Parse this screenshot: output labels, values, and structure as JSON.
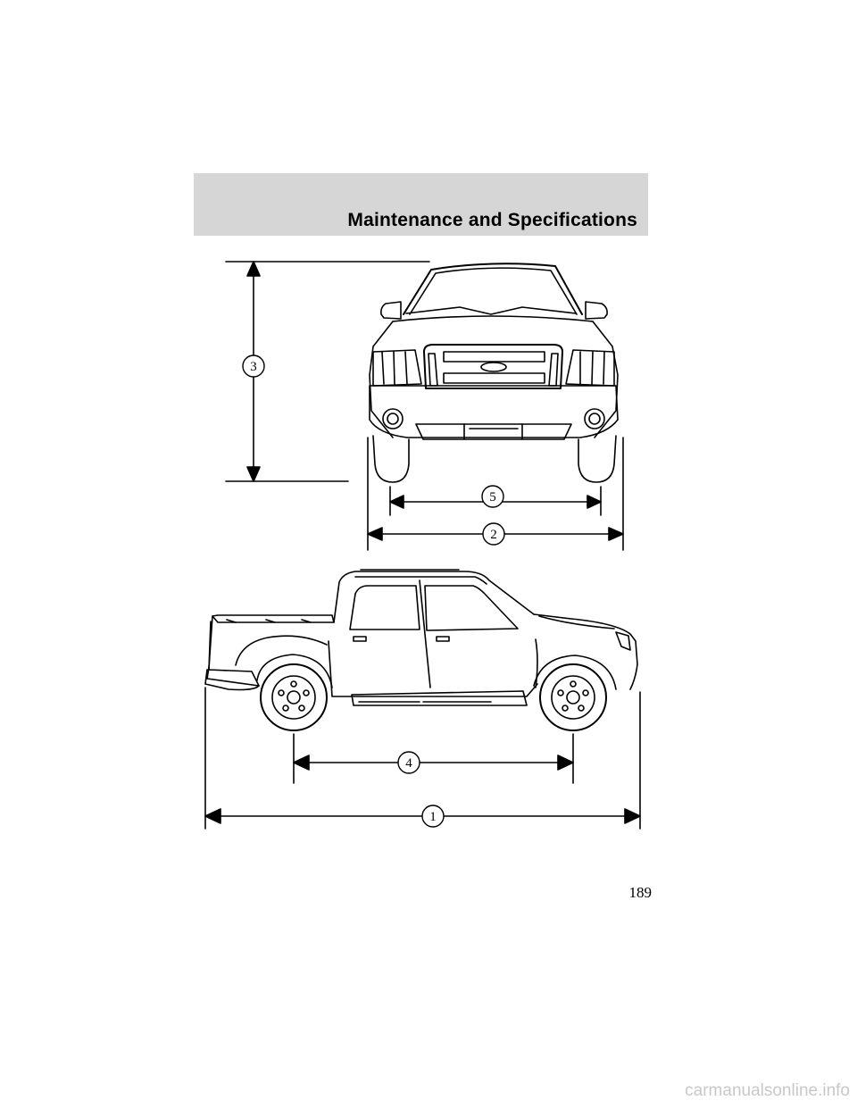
{
  "header": {
    "title": "Maintenance and Specifications",
    "band_color": "#d6d6d6"
  },
  "figure": {
    "views": [
      "front-view",
      "side-view"
    ],
    "callouts": [
      {
        "id": "1",
        "label": "1"
      },
      {
        "id": "2",
        "label": "2"
      },
      {
        "id": "3",
        "label": "3"
      },
      {
        "id": "4",
        "label": "4"
      },
      {
        "id": "5",
        "label": "5"
      }
    ]
  },
  "footer": {
    "page_number": "189"
  },
  "watermark": {
    "text": "carmanualsonline.info"
  }
}
